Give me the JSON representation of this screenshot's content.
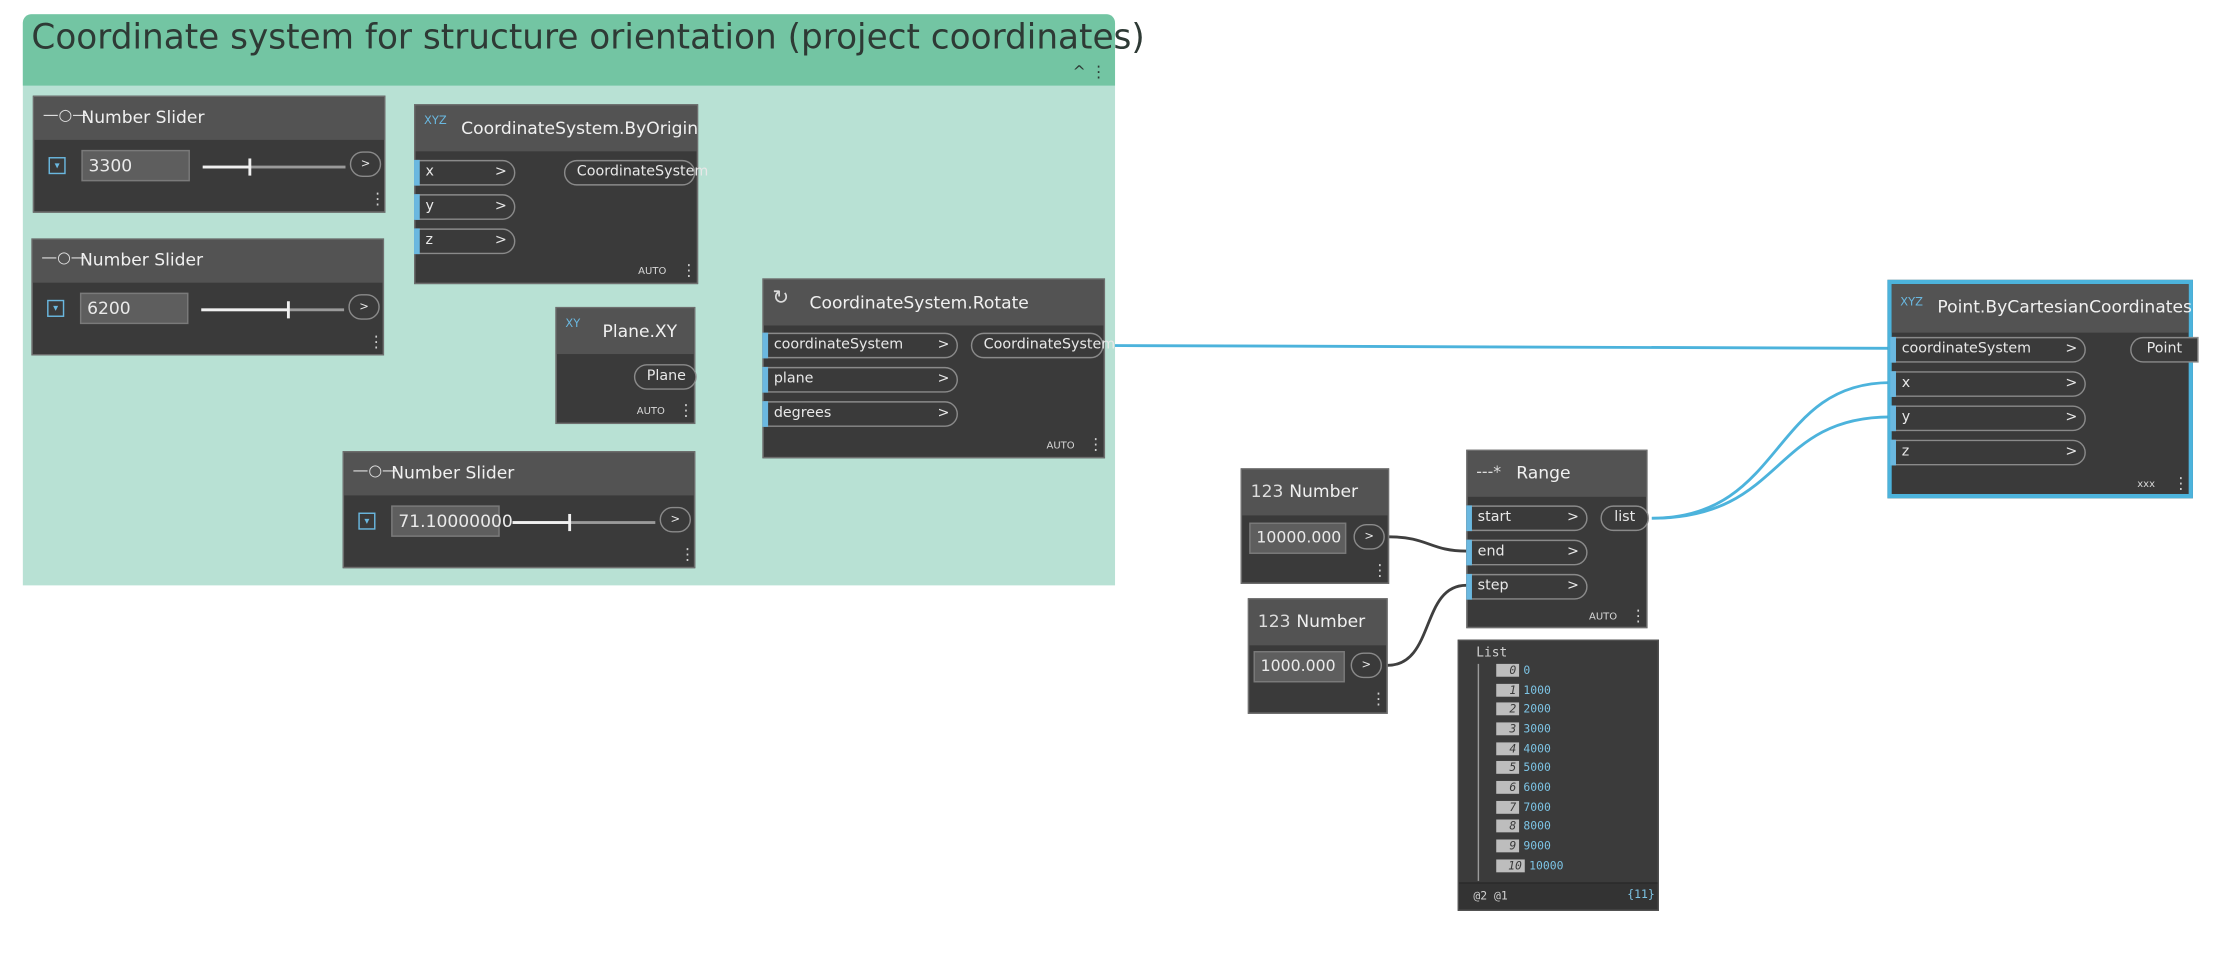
{
  "group": {
    "title": "Coordinate system for structure orientation (project coordinates)",
    "collapse_glyph": "^",
    "menu_glyph": "⋮"
  },
  "sliders": [
    {
      "title": "Number Slider",
      "value": "3300",
      "out": ">"
    },
    {
      "title": "Number Slider",
      "value": "6200",
      "out": ">"
    },
    {
      "title": "Number Slider",
      "value": "71.10000000",
      "out": ">"
    }
  ],
  "slider_icon": "—○—",
  "slider_drop": "▾",
  "byorigin": {
    "title": "CoordinateSystem.ByOrigin",
    "icon_label": "XYZ",
    "inputs": [
      "x",
      "y",
      "z"
    ],
    "output": "CoordinateSystem",
    "lacing": "AUTO"
  },
  "planexy": {
    "title": "Plane.XY",
    "icon_label": "XY",
    "output": "Plane",
    "lacing": "AUTO"
  },
  "rotate": {
    "title": "CoordinateSystem.Rotate",
    "icon": "↻",
    "inputs": [
      "coordinateSystem",
      "plane",
      "degrees"
    ],
    "output": "CoordinateSystem",
    "lacing": "AUTO"
  },
  "numbers": [
    {
      "icon": "123",
      "title": "Number",
      "value": "10000.000",
      "out": ">"
    },
    {
      "icon": "123",
      "title": "Number",
      "value": "1000.000",
      "out": ">"
    }
  ],
  "range": {
    "title": "Range",
    "icon": "---*",
    "inputs": [
      "start",
      "end",
      "step"
    ],
    "output": "list",
    "lacing": "AUTO"
  },
  "point": {
    "title": "Point.ByCartesianCoordinates",
    "icon_label": "XYZ",
    "inputs": [
      "coordinateSystem",
      "x",
      "y",
      "z"
    ],
    "output": "Point",
    "lacing": "xxx"
  },
  "port_arrow": ">",
  "preview": {
    "title": "List",
    "items": [
      {
        "index": "0",
        "value": "0"
      },
      {
        "index": "1",
        "value": "1000"
      },
      {
        "index": "2",
        "value": "2000"
      },
      {
        "index": "3",
        "value": "3000"
      },
      {
        "index": "4",
        "value": "4000"
      },
      {
        "index": "5",
        "value": "5000"
      },
      {
        "index": "6",
        "value": "6000"
      },
      {
        "index": "7",
        "value": "7000"
      },
      {
        "index": "8",
        "value": "8000"
      },
      {
        "index": "9",
        "value": "9000"
      },
      {
        "index": "10",
        "value": "10000"
      }
    ],
    "levels": "@2 @1",
    "count": "{11}"
  },
  "colors": {
    "wire": "#3f3f3f",
    "selected_wire": "#4cb3dc",
    "group_bg": "#b8e1d4",
    "group_head": "#73c5a3"
  }
}
